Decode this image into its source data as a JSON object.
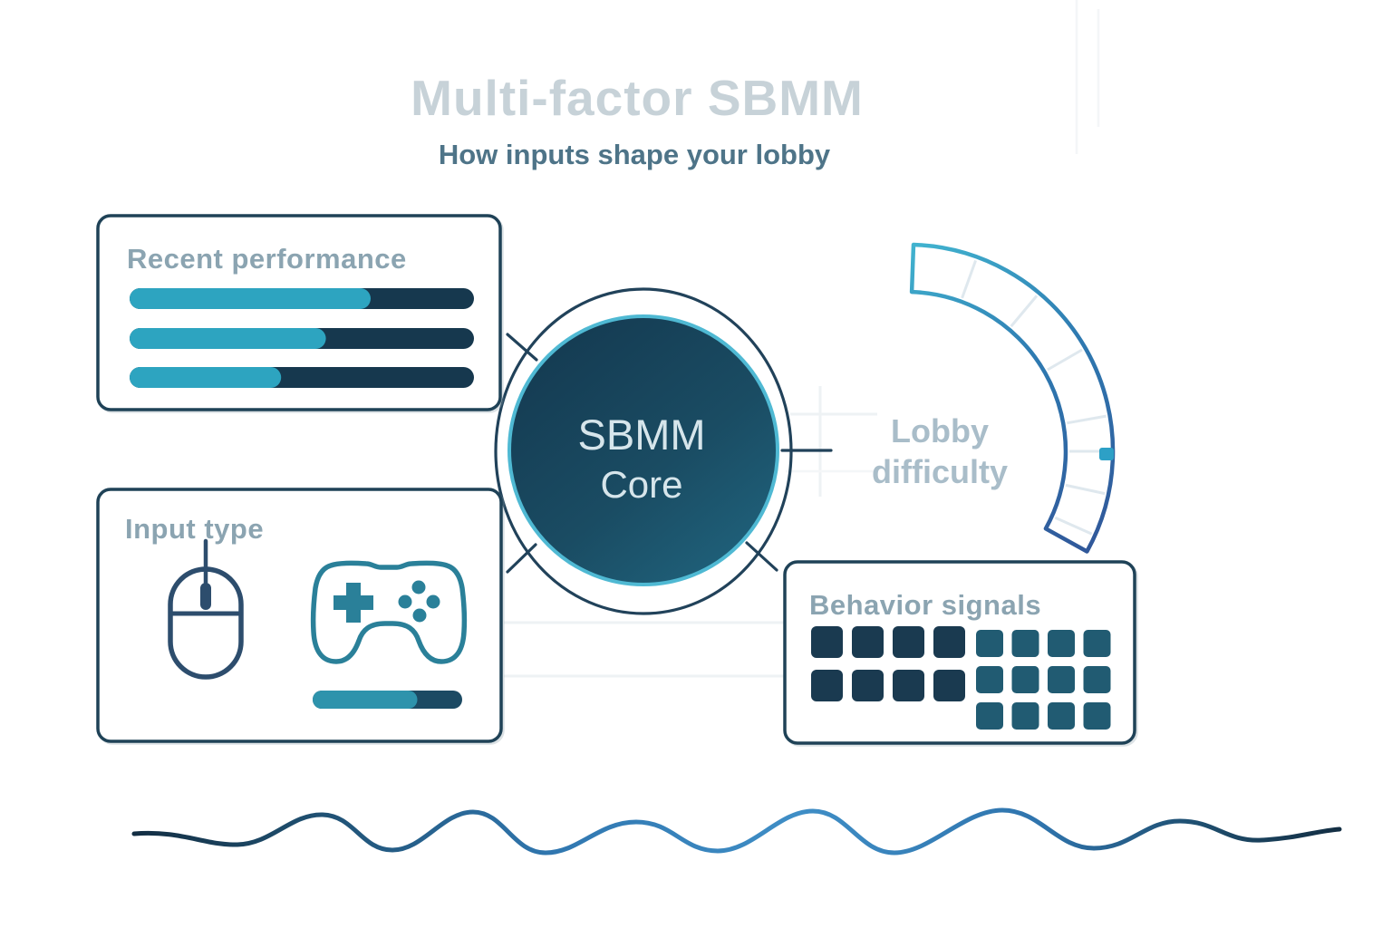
{
  "header": {
    "title": "Multi-factor SBMM",
    "subtitle": "How inputs shape your lobby"
  },
  "core": {
    "line1": "SBMM",
    "line2": "Core"
  },
  "panels": {
    "recent_performance": {
      "title": "Recent performance",
      "bars_percent": [
        70,
        57,
        44
      ]
    },
    "input_type": {
      "title": "Input type",
      "icons": [
        "mouse-icon",
        "gamepad-icon"
      ],
      "controller_bar_percent": 70
    },
    "behavior_signals": {
      "title": "Behavior signals",
      "grids": [
        {
          "name": "dark-signals",
          "rows": 2,
          "cols": 4
        },
        {
          "name": "teal-signals",
          "rows": 3,
          "cols": 4
        }
      ]
    },
    "lobby_difficulty": {
      "label_line1": "Lobby",
      "label_line2": "difficulty",
      "gauge_start_deg": -88,
      "gauge_end_deg": 29,
      "marker_angle_deg": 0
    }
  },
  "colors": {
    "navy_border": "#1f4257",
    "bar_track": "#16384e",
    "bar_fill": "#2da4c0",
    "dark_square": "#1a3a50",
    "teal_square": "#215b72",
    "mouse_icon": "#2d4d6d",
    "gamepad_icon": "#2a8099",
    "controller_bar_track": "#1c4a63",
    "controller_bar_fill": "#2e93ac",
    "core_ring": "#4fb9d3",
    "gauge_top": "#41b3cf",
    "gauge_bottom": "#30589a",
    "marker": "#2da0c6"
  }
}
